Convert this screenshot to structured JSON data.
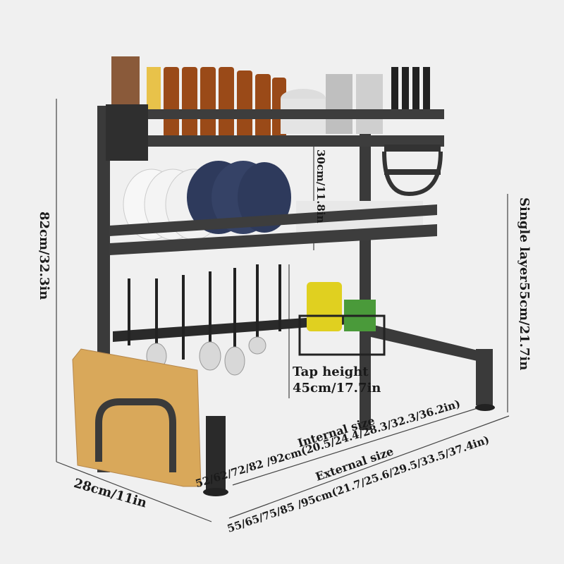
{
  "product": {
    "name": "Over-sink dish drying rack (2-tier)",
    "colors": {
      "background": "#f0f0f0",
      "frame": "#3a3a3a",
      "frame_dark": "#222222",
      "cutting_board": "#d9a85a",
      "text": "#1a1a1a"
    }
  },
  "dimensions": {
    "height": "82cm/32.3in",
    "single_layer": "Single layer55cm/21.7in",
    "shelf_gap": "30cm/11.8in",
    "tap_height_title": "Tap height",
    "tap_height_value": "45cm/17.7in",
    "depth": "28cm/11in",
    "internal_title": "Internal size",
    "internal_value": "52/62/72/82 /92cm(20.5/24.4/28.3/32.3/36.2in)",
    "external_title": "External size",
    "external_value": "55/65/75/85 /95cm(21.7/25.6/29.5/33.5/37.4in)"
  },
  "items": {
    "top_shelf": [
      "chopsticks holder",
      "spice bottles",
      "bowls",
      "cups",
      "knife holder"
    ],
    "middle_shelf": [
      "white plates",
      "blue plates",
      "small plates"
    ],
    "hooks": [
      "whisk",
      "ladle",
      "slotted spoon",
      "spoon",
      "skimmer",
      "masher",
      "fork"
    ],
    "side": [
      "cutting board holder",
      "sponge basket",
      "detergent bottle"
    ]
  }
}
